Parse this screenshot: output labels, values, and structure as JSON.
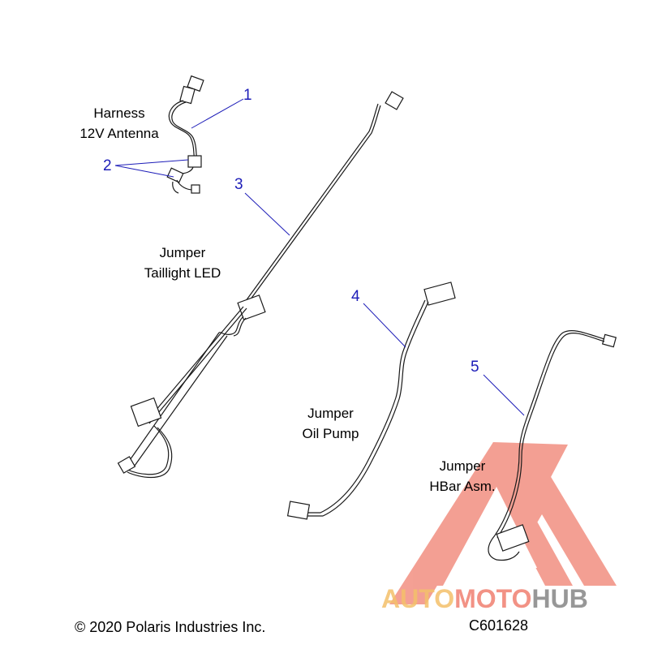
{
  "parts": [
    {
      "number": "1",
      "line1": "Harness",
      "line2": "12V Antenna"
    },
    {
      "number": "2"
    },
    {
      "number": "3",
      "line1": "Jumper",
      "line2": "Taillight LED"
    },
    {
      "number": "4",
      "line1": "Jumper",
      "line2": "Oil Pump"
    },
    {
      "number": "5",
      "line1": "Jumper",
      "line2": "HBar Asm."
    }
  ],
  "footer": {
    "copyright": "© 2020 Polaris Industries Inc.",
    "code": "C601628"
  },
  "watermark": {
    "part1": "AUTO",
    "part2": "MOTO",
    "part3": "HUB",
    "colors": {
      "gold": "#f4c06a",
      "red": "#f08070",
      "gray": "#8c8c8c"
    }
  },
  "colors": {
    "callout": "#1d1db8",
    "line": "#1a1a1a"
  }
}
